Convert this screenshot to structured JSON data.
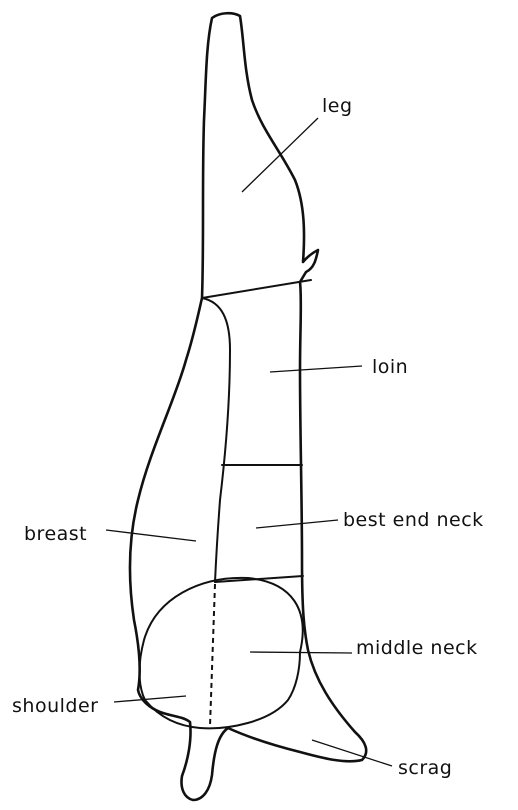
{
  "diagram": {
    "labels": {
      "leg": "leg",
      "loin": "loin",
      "best_end_neck": "best end neck",
      "breast": "breast",
      "middle_neck": "middle neck",
      "shoulder": "shoulder",
      "scrag": "scrag"
    }
  }
}
